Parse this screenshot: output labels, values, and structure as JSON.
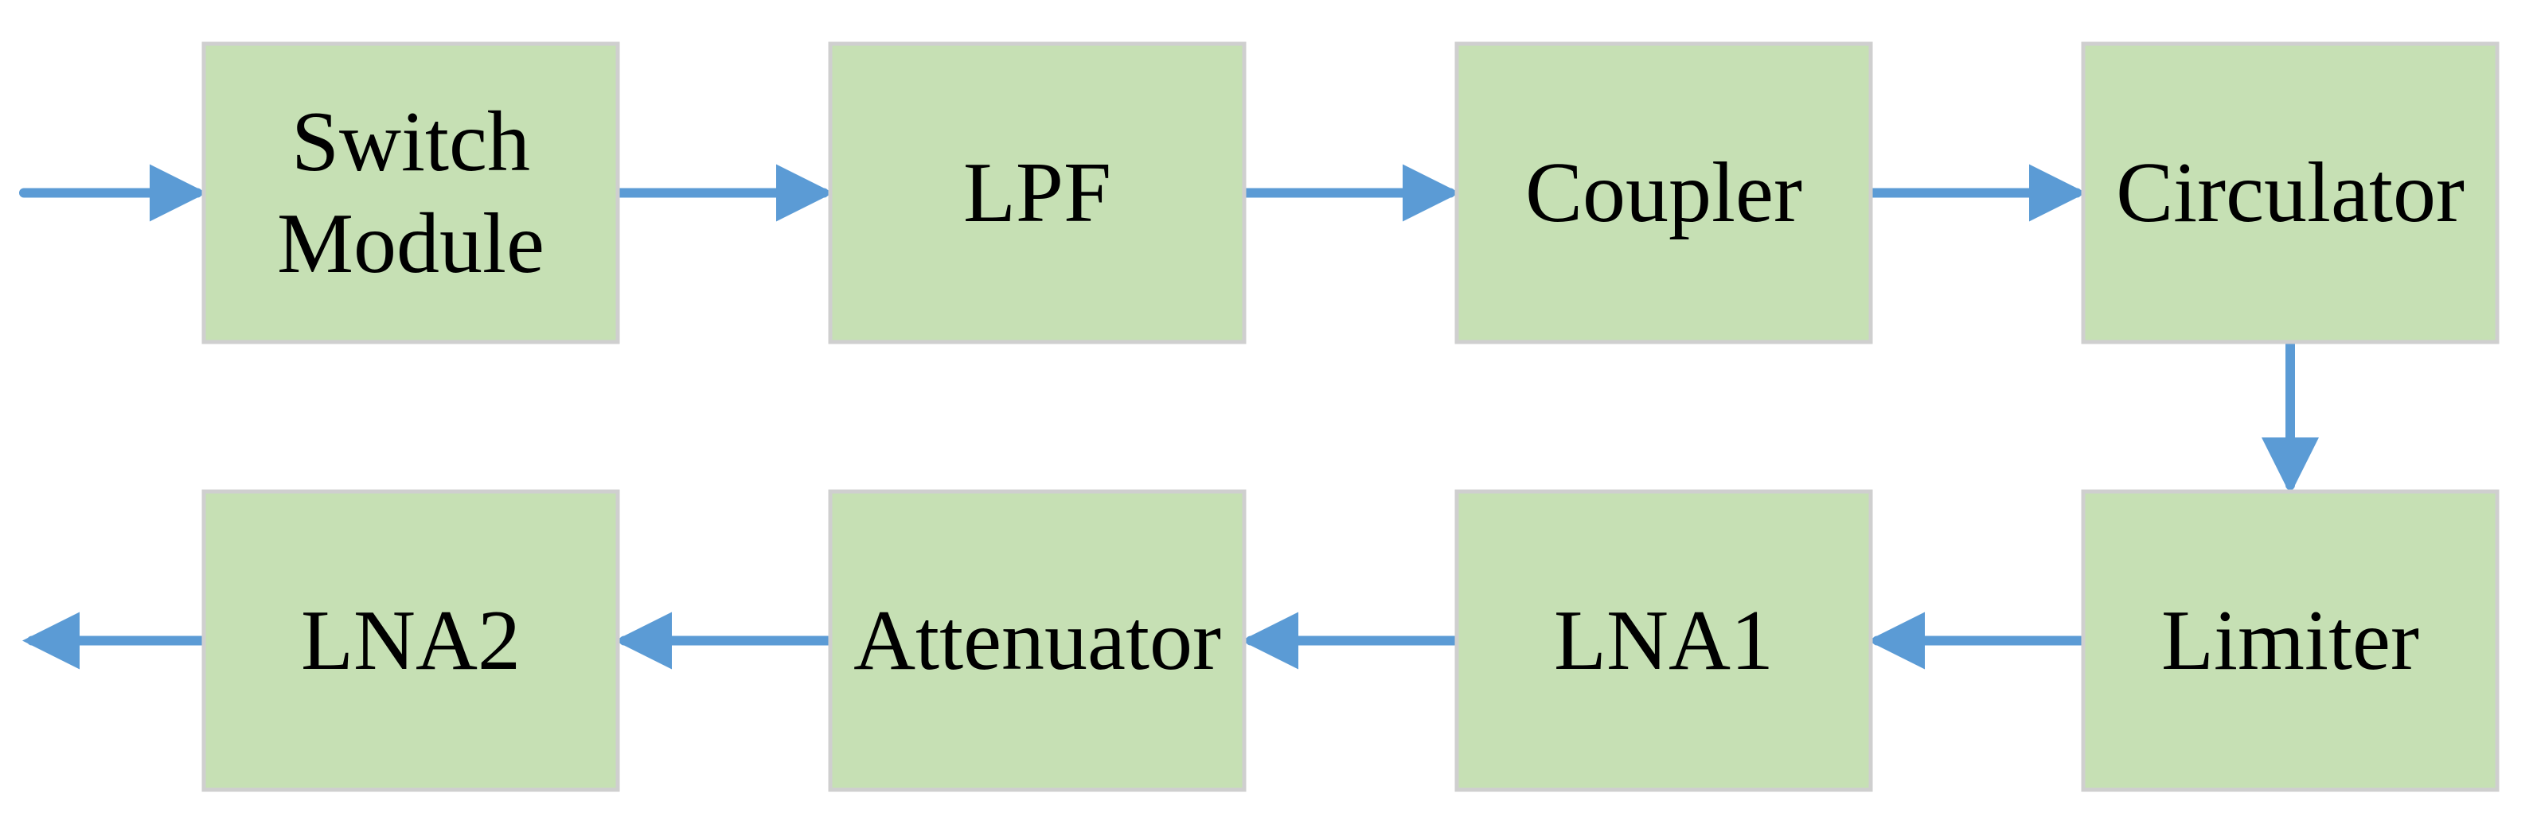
{
  "colors": {
    "block_fill": "#c6e0b4",
    "block_border": "#cfcfcf",
    "arrow": "#5b9bd5",
    "text": "#000000"
  },
  "blocks": [
    {
      "id": "switch-module",
      "lines": [
        "Switch",
        "Module"
      ]
    },
    {
      "id": "lpf",
      "lines": [
        "LPF"
      ]
    },
    {
      "id": "coupler",
      "lines": [
        "Coupler"
      ]
    },
    {
      "id": "circulator",
      "lines": [
        "Circulator"
      ]
    },
    {
      "id": "limiter",
      "lines": [
        "Limiter"
      ]
    },
    {
      "id": "lna1",
      "lines": [
        "LNA1"
      ]
    },
    {
      "id": "attenuator",
      "lines": [
        "Attenuator"
      ]
    },
    {
      "id": "lna2",
      "lines": [
        "LNA2"
      ]
    }
  ],
  "connections": [
    {
      "from": "input",
      "to": "switch-module"
    },
    {
      "from": "switch-module",
      "to": "lpf"
    },
    {
      "from": "lpf",
      "to": "coupler"
    },
    {
      "from": "coupler",
      "to": "circulator"
    },
    {
      "from": "circulator",
      "to": "limiter"
    },
    {
      "from": "limiter",
      "to": "lna1"
    },
    {
      "from": "lna1",
      "to": "attenuator"
    },
    {
      "from": "attenuator",
      "to": "lna2"
    },
    {
      "from": "lna2",
      "to": "output"
    }
  ]
}
